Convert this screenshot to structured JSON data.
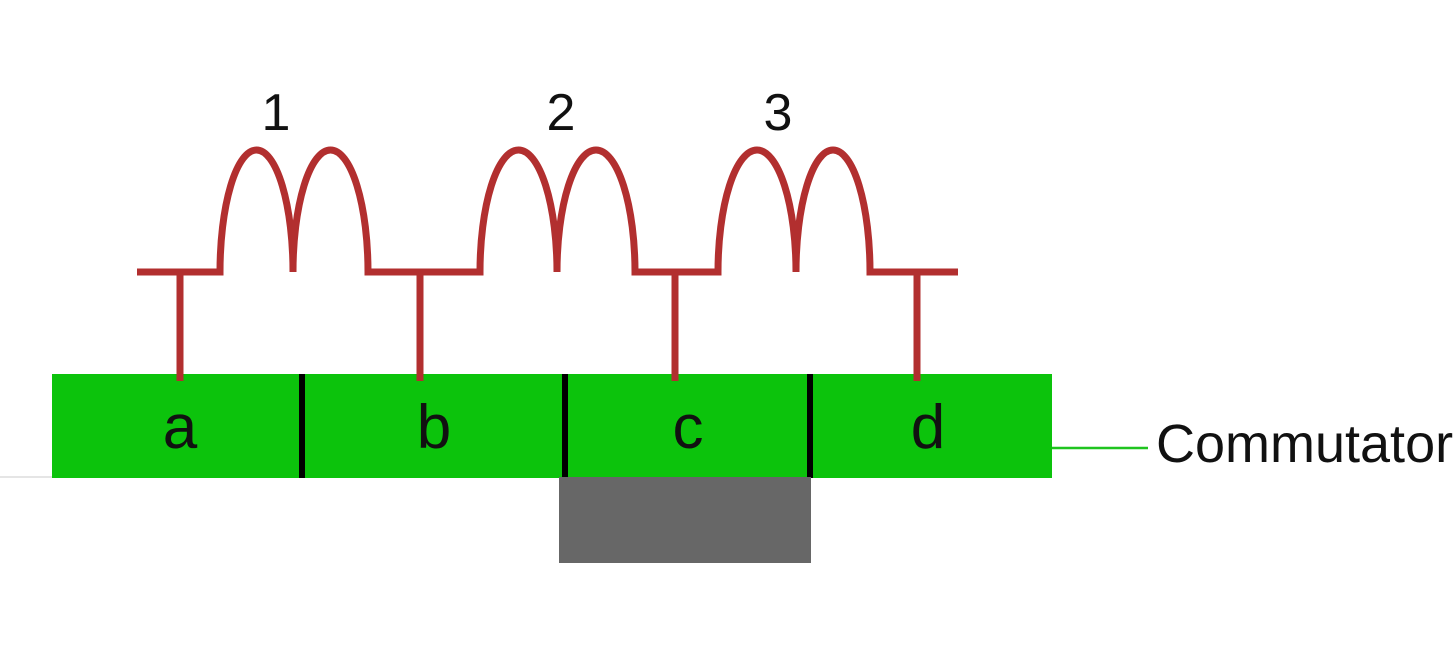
{
  "diagram": {
    "coils": [
      {
        "label": "1"
      },
      {
        "label": "2"
      },
      {
        "label": "3"
      }
    ],
    "commutator": {
      "label": "Commutator",
      "segments": [
        {
          "label": "a"
        },
        {
          "label": "b"
        },
        {
          "label": "c"
        },
        {
          "label": "d"
        }
      ]
    },
    "colors": {
      "coil_red": "#b22f2f",
      "segment_green": "#0cc30c",
      "leader_green": "#1fc41f",
      "brush_gray": "#676767",
      "divider_black": "#000000",
      "text_black": "#111111",
      "shadow_gray": "#e5e5e5",
      "background": "#ffffff"
    }
  }
}
